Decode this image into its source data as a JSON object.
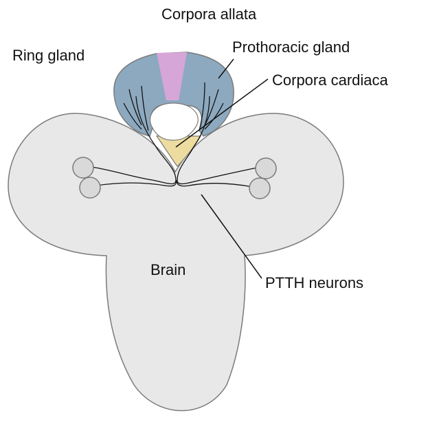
{
  "labels": {
    "corpora_allata": "Corpora allata",
    "ring_gland": "Ring gland",
    "prothoracic_gland": "Prothoracic gland",
    "corpora_cardiaca": "Corpora cardiaca",
    "brain": "Brain",
    "ptth_neurons": "PTTH neurons"
  },
  "colors": {
    "background": "#ffffff",
    "brain_fill": "#e8e8e8",
    "prothoracic_gland": "#8da9bf",
    "corpora_allata": "#d7a6d9",
    "corpora_cardiaca": "#ecdca0",
    "neuron_body": "#d9d9d9",
    "outline": "#7a7a7a",
    "line": "#111111"
  }
}
